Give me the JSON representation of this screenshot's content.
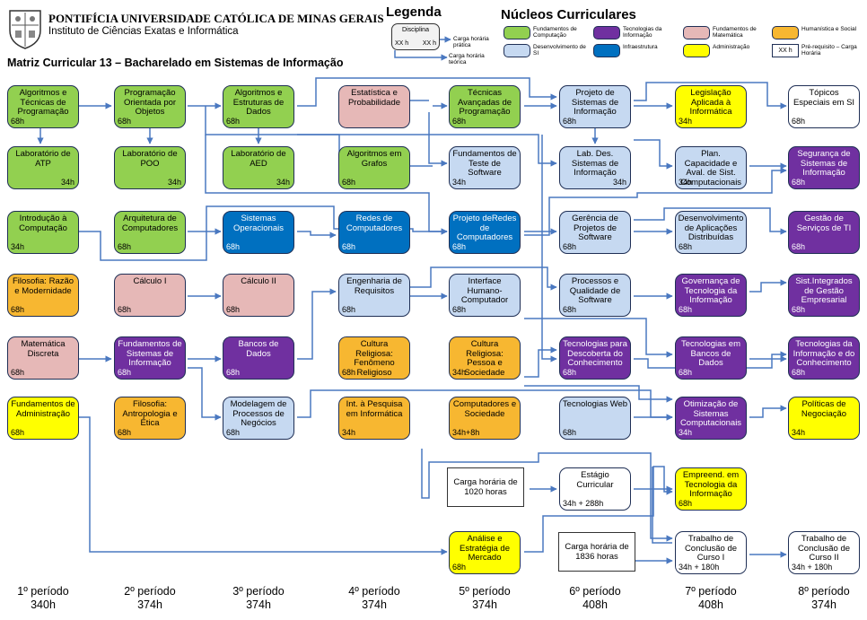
{
  "header": {
    "university": "PONTIFÍCIA UNIVERSIDADE CATÓLICA DE MINAS GERAIS",
    "institute": "Instituto de Ciências Exatas e Informática",
    "matrix_title": "Matriz Curricular 13 – Bacharelado em Sistemas de Informação"
  },
  "legend": {
    "title": "Legenda",
    "example_label": "Disciplina",
    "example_hours_left": "XX h",
    "example_hours_right": "XX h",
    "practical_label": "Carga horária prática",
    "theoretical_label": "Carga horária teórica"
  },
  "cores": {
    "title": "Núcleos Curriculares",
    "items": [
      {
        "label": "Fundamentos de Computação",
        "color": "#92d050"
      },
      {
        "label": "Tecnologias da Informação",
        "color": "#7030a0"
      },
      {
        "label": "Fundamentos de Matemática",
        "color": "#e6b8b7"
      },
      {
        "label": "Humanística e Social",
        "color": "#f7b731"
      },
      {
        "label": "Desenvolvimento de SI",
        "color": "#c6d9f1"
      },
      {
        "label": "Infraestrutura",
        "color": "#0070c0"
      },
      {
        "label": "Administração",
        "color": "#ffff00"
      },
      {
        "label": "Pré-requisito – Carga Horária",
        "color": "#ffffff",
        "marker": "XX h"
      }
    ]
  },
  "courses": [
    {
      "title": "Algoritmos e Técnicas de Programação",
      "hours": "68h",
      "core": "comp"
    },
    {
      "title": "Laboratório de ATP",
      "hours": "34h",
      "core": "comp",
      "hours_right": true
    },
    {
      "title": "Introdução à Computação",
      "hours": "34h",
      "core": "comp"
    },
    {
      "title": "Filosofia: Razão e Modernidade",
      "hours": "68h",
      "core": "hum"
    },
    {
      "title": "Matemática Discreta",
      "hours": "68h",
      "core": "math"
    },
    {
      "title": "Fundamentos de Administração",
      "hours": "68h",
      "core": "adm"
    },
    {
      "title": "Programação Orientada por Objetos",
      "hours": "68h",
      "core": "comp"
    },
    {
      "title": "Laboratório de POO",
      "hours": "34h",
      "core": "comp",
      "hours_right": true
    },
    {
      "title": "Arquitetura de Computadores",
      "hours": "68h",
      "core": "comp"
    },
    {
      "title": "Cálculo I",
      "hours": "68h",
      "core": "math"
    },
    {
      "title": "Fundamentos de Sistemas de Informação",
      "hours": "68h",
      "core": "tec"
    },
    {
      "title": "Filosofia: Antropologia e Ética",
      "hours": "68h",
      "core": "hum"
    },
    {
      "title": "Algoritmos e Estruturas de Dados",
      "hours": "68h",
      "core": "comp"
    },
    {
      "title": "Laboratório de AED",
      "hours": "34h",
      "core": "comp",
      "hours_right": true
    },
    {
      "title": "Sistemas Operacionais",
      "hours": "68h",
      "core": "inf"
    },
    {
      "title": "Cálculo II",
      "hours": "68h",
      "core": "math"
    },
    {
      "title": "Bancos de Dados",
      "hours": "68h",
      "core": "tec"
    },
    {
      "title": "Modelagem de Processos de Negócios",
      "hours": "68h",
      "core": "si"
    },
    {
      "title": "Estatística e Probabilidade",
      "hours": "",
      "core": "math"
    },
    {
      "title": "Algoritmos em Grafos",
      "hours": "68h",
      "core": "comp"
    },
    {
      "title": "Redes de Computadores",
      "hours": "68h",
      "core": "inf"
    },
    {
      "title": "Engenharia de Requisitos",
      "hours": "68h",
      "core": "si"
    },
    {
      "title": "Cultura Religiosa: Fenômeno Religioso",
      "hours": "68h",
      "core": "hum"
    },
    {
      "title": "Int. à Pesquisa em Informática",
      "hours": "34h",
      "core": "hum"
    },
    {
      "title": "Técnicas Avançadas de Programação",
      "hours": "68h",
      "core": "comp"
    },
    {
      "title": "Fundamentos de Teste de Software",
      "hours": "34h",
      "core": "si"
    },
    {
      "title": "Projeto deRedes de Computadores",
      "hours": "68h",
      "core": "inf"
    },
    {
      "title": "Interface Humano-Computador",
      "hours": "68h",
      "core": "si"
    },
    {
      "title": "Cultura Religiosa: Pessoa e Sociedade",
      "hours": "34h",
      "core": "hum"
    },
    {
      "title": "Computadores e Sociedade",
      "hours": "34h+8h",
      "core": "hum"
    },
    {
      "title": "Análise e Estratégia de Mercado",
      "hours": "68h",
      "core": "adm"
    },
    {
      "title": "Projeto de Sistemas de Informação",
      "hours": "68h",
      "core": "si"
    },
    {
      "title": "Lab. Des. Sistemas de Informação",
      "hours": "34h",
      "core": "si",
      "hours_right": true
    },
    {
      "title": "Gerência de Projetos de Software",
      "hours": "68h",
      "core": "si"
    },
    {
      "title": "Processos e Qualidade de Software",
      "hours": "68h",
      "core": "si"
    },
    {
      "title": "Tecnologias para Descoberta do Conhecimento",
      "hours": "68h",
      "core": "tec"
    },
    {
      "title": "Tecnologias Web",
      "hours": "68h",
      "core": "si"
    },
    {
      "title": "Estágio Curricular",
      "hours": "34h + 288h",
      "core": "wht"
    },
    {
      "title": "Legislação Aplicada à Informática",
      "hours": "34h",
      "core": "adm"
    },
    {
      "title": "Plan. Capacidade e Aval. de Sist. Computacionais",
      "hours": "34h",
      "core": "si"
    },
    {
      "title": "Desenvolvimento de Aplicações Distribuídas",
      "hours": "68h",
      "core": "si"
    },
    {
      "title": "Governança de Tecnologia da Informação",
      "hours": "68h",
      "core": "tec"
    },
    {
      "title": "Tecnologias em Bancos de Dados",
      "hours": "68h",
      "core": "tec"
    },
    {
      "title": "Otimização de Sistemas Computacionais",
      "hours": "34h",
      "core": "tec"
    },
    {
      "title": "Empreend. em Tecnologia da Informação",
      "hours": "68h",
      "core": "adm"
    },
    {
      "title": "Trabalho de Conclusão de Curso I",
      "hours": "34h + 180h",
      "core": "wht"
    },
    {
      "title": "Tópicos Especiais em SI",
      "hours": "68h",
      "core": "wht"
    },
    {
      "title": "Segurança de Sistemas de Informação",
      "hours": "68h",
      "core": "tec"
    },
    {
      "title": "Gestão de Serviços de TI",
      "hours": "68h",
      "core": "tec"
    },
    {
      "title": "Sist.Integrados de Gestão Empresarial",
      "hours": "68h",
      "core": "tec"
    },
    {
      "title": "Tecnologias da Informação e do Conhecimento",
      "hours": "68h",
      "core": "tec"
    },
    {
      "title": "Políticas de Negociação",
      "hours": "34h",
      "core": "adm"
    },
    {
      "title": "Trabalho de Conclusão de Curso II",
      "hours": "34h  +  180h",
      "core": "wht"
    }
  ],
  "notes": [
    {
      "text": "Carga horária de 1020 horas"
    },
    {
      "text": "Carga horária de 1836 horas"
    }
  ],
  "periods": [
    {
      "label": "1º período",
      "hours": "340h"
    },
    {
      "label": "2º período",
      "hours": "374h"
    },
    {
      "label": "3º período",
      "hours": "374h"
    },
    {
      "label": "4º período",
      "hours": "374h"
    },
    {
      "label": "5º período",
      "hours": "374h"
    },
    {
      "label": "6º período",
      "hours": "408h"
    },
    {
      "label": "7º período",
      "hours": "408h"
    },
    {
      "label": "8º período",
      "hours": "374h"
    }
  ]
}
